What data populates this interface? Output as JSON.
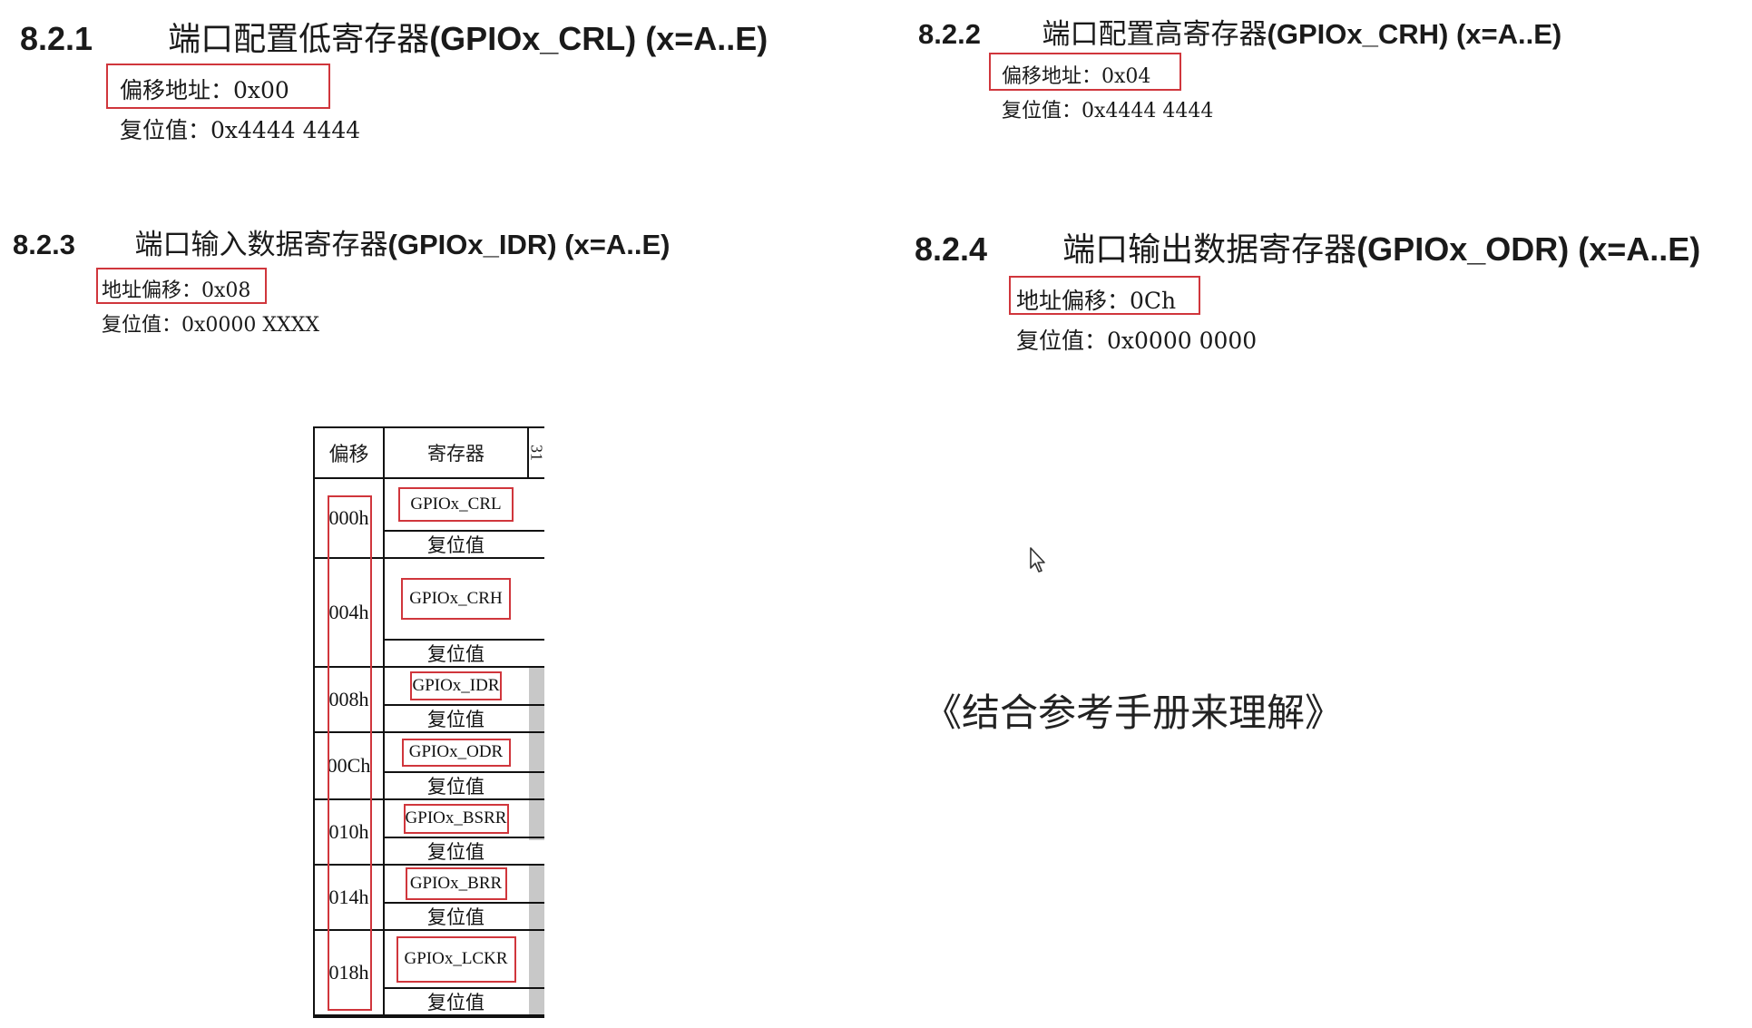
{
  "sections": [
    {
      "num": "8.2.1",
      "title_cn": "端口配置低寄存器",
      "title_en": "(GPIOx_CRL) (x=A..E)",
      "addr": "偏移地址：0x00",
      "reset": "复位值：0x4444 4444"
    },
    {
      "num": "8.2.2",
      "title_cn": "端口配置高寄存器",
      "title_en": "(GPIOx_CRH) (x=A..E)",
      "addr": "偏移地址：0x04",
      "reset": "复位值：0x4444 4444"
    },
    {
      "num": "8.2.3",
      "title_cn": "端口输入数据寄存器",
      "title_en": "(GPIOx_IDR) (x=A..E)",
      "addr": "地址偏移：0x08",
      "reset": "复位值：0x0000 XXXX"
    },
    {
      "num": "8.2.4",
      "title_cn": "端口输出数据寄存器",
      "title_en": "(GPIOx_ODR) (x=A..E)",
      "addr": "地址偏移：0Ch",
      "reset": "复位值：0x0000 0000"
    }
  ],
  "table": {
    "header_offset": "偏移",
    "header_register": "寄存器",
    "header_bit": "31",
    "reset_label": "复位值",
    "rows": [
      {
        "offset": "000h",
        "register": "GPIOx_CRL"
      },
      {
        "offset": "004h",
        "register": "GPIOx_CRH"
      },
      {
        "offset": "008h",
        "register": "GPIOx_IDR"
      },
      {
        "offset": "00Ch",
        "register": "GPIOx_ODR"
      },
      {
        "offset": "010h",
        "register": "GPIOx_BSRR"
      },
      {
        "offset": "014h",
        "register": "GPIOx_BRR"
      },
      {
        "offset": "018h",
        "register": "GPIOx_LCKR"
      }
    ]
  },
  "note": "《结合参考手册来理解》",
  "colors": {
    "highlight": "#d0363c",
    "text": "#1a1a1a",
    "cell_gray": "#c8c8c8"
  }
}
